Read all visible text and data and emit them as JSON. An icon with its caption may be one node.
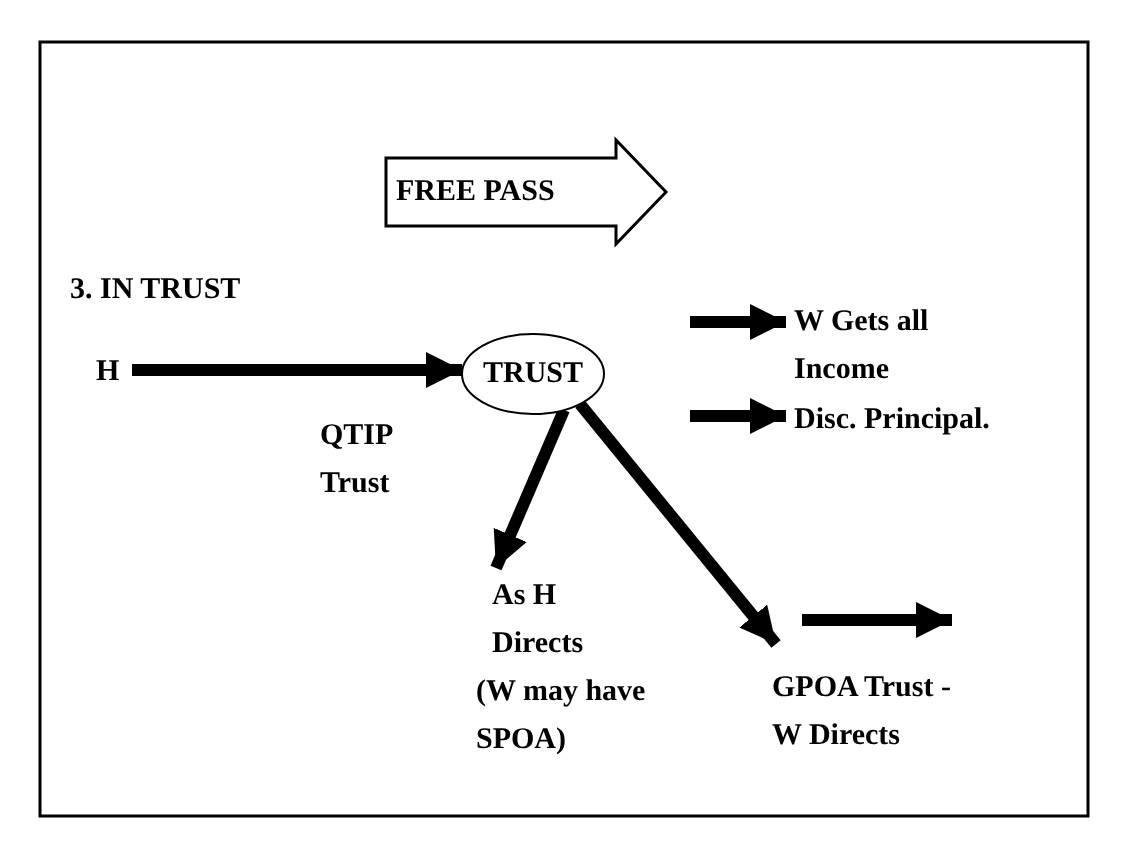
{
  "diagram": {
    "nodes": [
      {
        "text": [
          "FREE PASS"
        ]
      },
      {
        "text": [
          "H"
        ]
      },
      {
        "text": [
          "TRUST"
        ]
      },
      {
        "text": [
          "W Gets all Income"
        ]
      },
      {
        "text": [
          "Disc. Principal."
        ]
      },
      {
        "text": [
          "As H Directs"
        ],
        "beside": [
          "(W may have SPOA)"
        ]
      },
      {
        "text": [
          "GPOA  Trust - W Directs"
        ]
      }
    ],
    "edges": [
      {
        "from": 1,
        "to": 2,
        "arrow": "to"
      },
      {
        "from": null,
        "to": 3,
        "arrow": "to"
      },
      {
        "from": null,
        "to": 4,
        "arrow": "to"
      },
      {
        "from": 2,
        "to": 5,
        "arrow": "to",
        "label": "QTIP Trust"
      },
      {
        "from": 2,
        "to": 6,
        "arrow": "to"
      }
    ],
    "labels": [
      "3. IN TRUST"
    ]
  }
}
